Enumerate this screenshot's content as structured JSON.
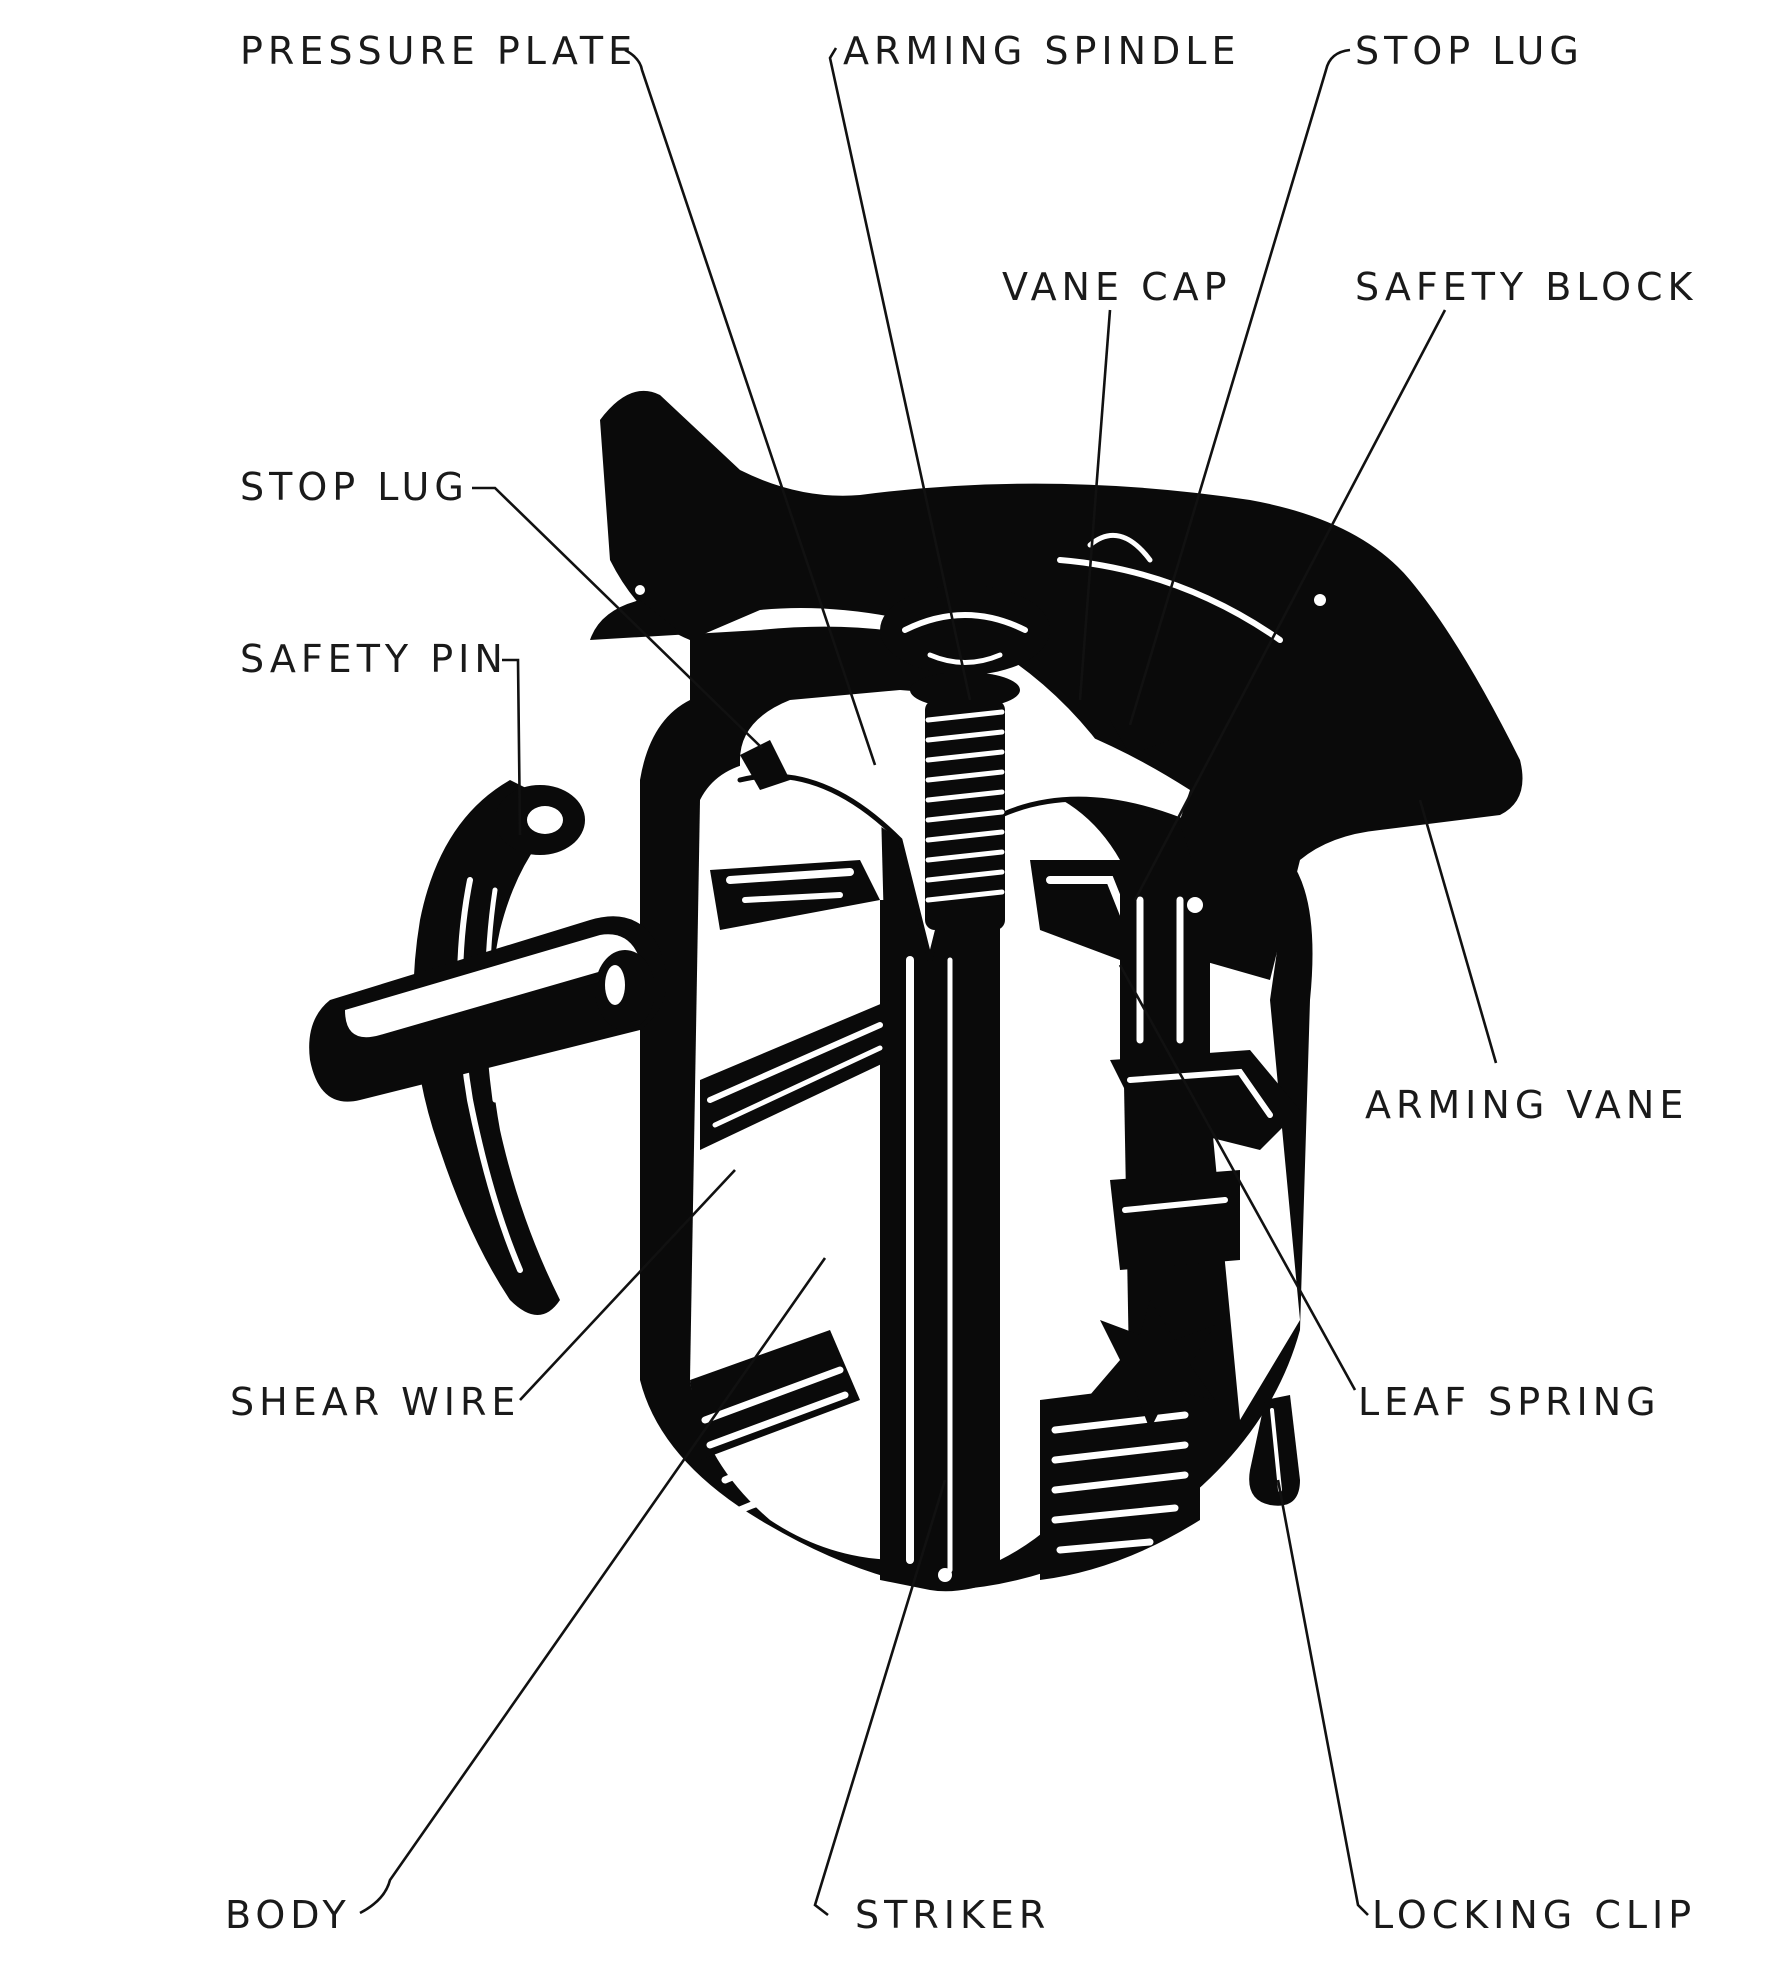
{
  "labels": {
    "pressure_plate": "PRESSURE PLATE",
    "arming_spindle": "ARMING SPINDLE",
    "stop_lug_top": "STOP LUG",
    "vane_cap": "VANE CAP",
    "safety_block": "SAFETY BLOCK",
    "stop_lug_left": "STOP LUG",
    "safety_pin": "SAFETY PIN",
    "arming_vane": "ARMING VANE",
    "shear_wire": "SHEAR WIRE",
    "leaf_spring": "LEAF SPRING",
    "body": "BODY",
    "striker": "STRIKER",
    "locking_clip": "LOCKING CLIP"
  }
}
